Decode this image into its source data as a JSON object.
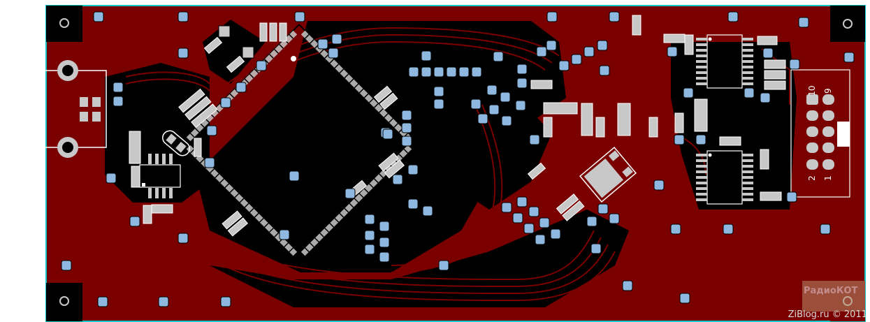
{
  "board": {
    "connector_pin_labels": {
      "top_left": "10",
      "top_right": "9",
      "bottom_left": "2",
      "bottom_right": "1"
    },
    "mounting_holes": 4
  },
  "watermark": {
    "site_text": "ZiBlog.ru",
    "copyright": "© 2011",
    "logo_text": "РадиоКОТ"
  },
  "colors": {
    "copper": "#7a0000",
    "background": "#000000",
    "outline": "#14c8c8",
    "via": "#8fb8e0",
    "pad": "#c8c8c8",
    "silkscreen": "#ffffff"
  }
}
